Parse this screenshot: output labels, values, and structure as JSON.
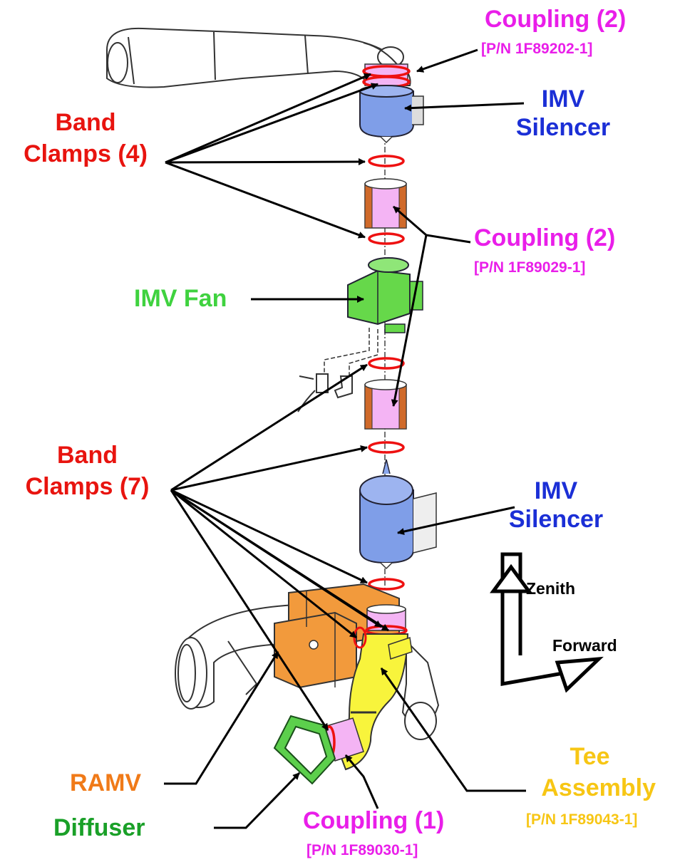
{
  "labels": {
    "coupling_top": "Coupling (2)",
    "coupling_top_pn": "[P/N 1F89202-1]",
    "imv_silencer_top": [
      "IMV",
      "Silencer"
    ],
    "band_clamps_4": [
      "Band",
      "Clamps (4)"
    ],
    "coupling_mid": "Coupling (2)",
    "coupling_mid_pn": "[P/N 1F89029-1]",
    "imv_fan": "IMV Fan",
    "band_clamps_7": [
      "Band",
      "Clamps (7)"
    ],
    "imv_silencer_bottom": [
      "IMV",
      "Silencer"
    ],
    "zenith": "Zenith",
    "forward": "Forward",
    "tee": [
      "Tee",
      "Assembly"
    ],
    "tee_pn": "[P/N 1F89043-1]",
    "ramv": "RAMV",
    "diffuser": "Diffuser",
    "coupling_bottom": "Coupling (1)",
    "coupling_bottom_pn": "[P/N 1F89030-1]"
  },
  "colors": {
    "label_red": "#e8140f",
    "label_magenta": "#e91ee9",
    "label_blue": "#1b2fd6",
    "label_green": "#3fd23f",
    "label_dark_green": "#1aa028",
    "label_orange": "#f07a18",
    "label_gold": "#f7c614",
    "silencer_fill": "#7f9ee8",
    "coupling_fill": "#f4b4f4",
    "fan_fill": "#66d84a",
    "ramv_fill": "#f29a3c",
    "tee_fill": "#f8f43c",
    "diffuser_fill": "#5ccf4c",
    "clamp_stroke": "#ee1111"
  }
}
